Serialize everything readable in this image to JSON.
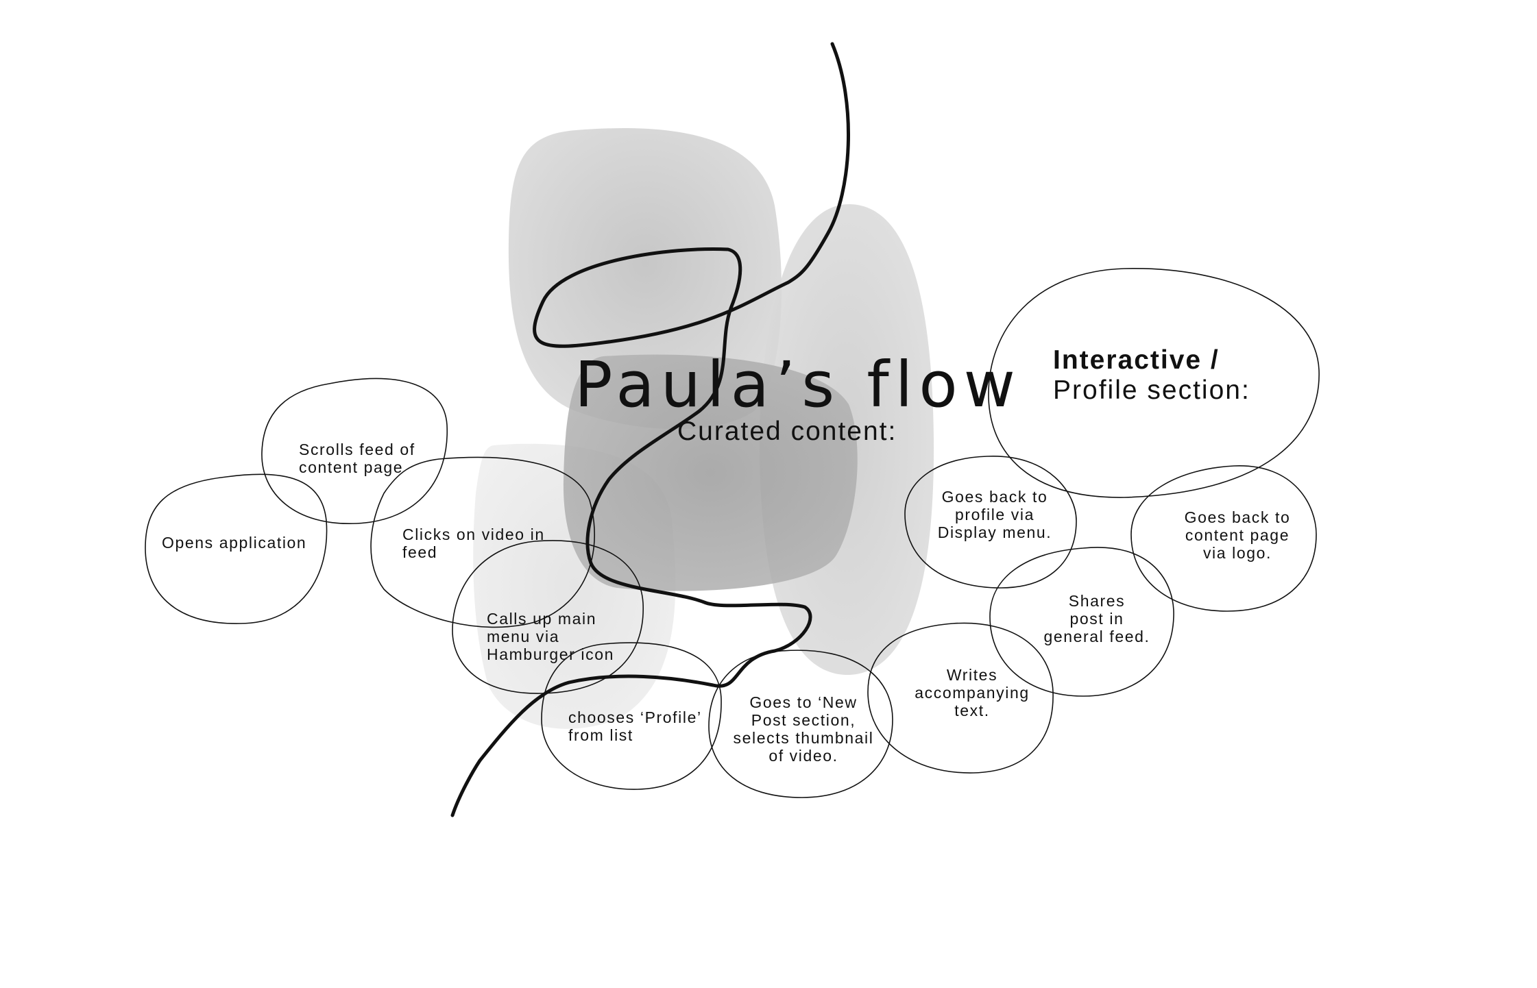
{
  "title": "Paula’s flow",
  "subtitle": "Curated content:",
  "section": {
    "heading_bold": "Interactive /",
    "heading_rest": "Profile section:"
  },
  "steps": [
    {
      "id": "opens-application",
      "text": "Opens application"
    },
    {
      "id": "scrolls-feed",
      "text": "Scrolls feed of\ncontent page"
    },
    {
      "id": "clicks-video",
      "text": "Clicks on video in\nfeed"
    },
    {
      "id": "calls-main-menu",
      "text": "Calls up main\nmenu via\nHamburger icon"
    },
    {
      "id": "chooses-profile",
      "text": "chooses ‘Profile’\nfrom list"
    },
    {
      "id": "goes-new-post",
      "text": "Goes to ‘New\nPost section,\nselects thumbnail\nof video."
    },
    {
      "id": "writes-text",
      "text": "Writes\naccompanying\ntext."
    },
    {
      "id": "shares-post",
      "text": "Shares\npost in\ngeneral feed."
    },
    {
      "id": "back-to-profile",
      "text": "Goes back to\nprofile via\nDisplay menu."
    },
    {
      "id": "back-to-content",
      "text": "Goes back to\ncontent page\nvia logo."
    }
  ],
  "colors": {
    "ink": "#111111",
    "blob_light": "#e4e4e4",
    "blob_mid": "#cdcdcd",
    "blob_dark": "#a9a9a9"
  }
}
